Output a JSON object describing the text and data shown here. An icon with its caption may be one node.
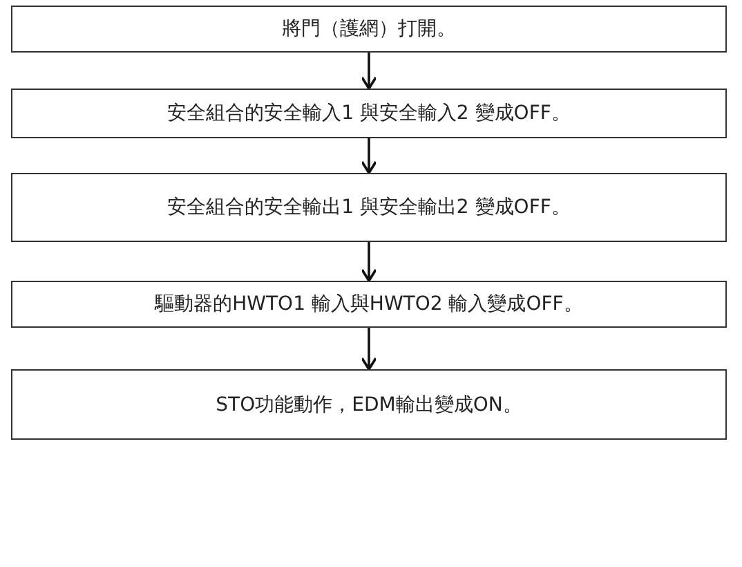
{
  "diagram": {
    "nodes": [
      {
        "text": [
          "將門（護網）打開。"
        ]
      },
      {
        "text": [
          "安全組合的安全輸入1 與安全輸入2 變成OFF。"
        ]
      },
      {
        "text": [
          "安全組合的安全輸出1 與安全輸出2 變成OFF。"
        ]
      },
      {
        "text": [
          "驅動器的HWTO1 輸入與HWTO2 輸入變成OFF。"
        ]
      },
      {
        "text": [
          "STO功能動作，EDM輸出變成ON。"
        ]
      }
    ],
    "edges": [
      {
        "from": 0,
        "to": 1,
        "arrow": "to"
      },
      {
        "from": 1,
        "to": 2,
        "arrow": "to"
      },
      {
        "from": 2,
        "to": 3,
        "arrow": "to"
      },
      {
        "from": 3,
        "to": 4,
        "arrow": "to"
      }
    ]
  }
}
